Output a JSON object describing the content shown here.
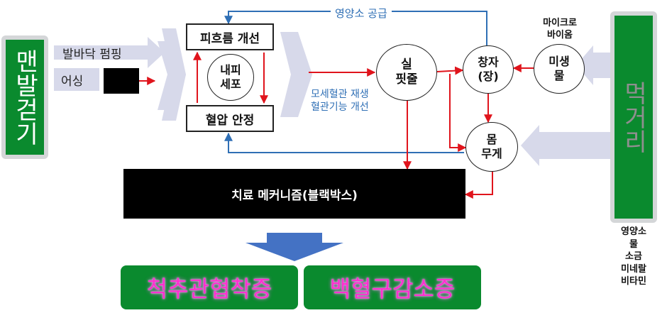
{
  "left_panel": {
    "label": "맨발걷기"
  },
  "right_panel": {
    "label": "먹거리"
  },
  "inputs": {
    "foot_pumping": "발바닥 펌핑",
    "earthing": "어싱"
  },
  "boxes": {
    "blood_flow": "피흐름 개선",
    "blood_pressure": "혈압 안정"
  },
  "circles": {
    "endothelial": "내피\n세포",
    "thread_vein": "실\n핏줄",
    "gut": "창자\n(장)",
    "microbes": "마이크로\n바이옴\n미생\n물",
    "body_weight": "몸\n무게"
  },
  "annotations": {
    "nutrient_supply": "영양소 공급",
    "capillary_regen": "모세혈관 재생",
    "vascular_improve": "혈관기능 개선",
    "microbiome_title": "마이크로\n바이옴"
  },
  "nutrients": "영양소\n물\n소금\n미네랄\n비타민",
  "black_box": {
    "label": "치료 메커니즘(블랙박스)"
  },
  "outcomes": [
    "척추관협착증",
    "백혈구감소증"
  ],
  "colors": {
    "arrow_red": "#e0141c",
    "line_blue": "#2f6fb5",
    "shape_lavender": "#d7d9ea",
    "green": "#0a8a2e"
  }
}
